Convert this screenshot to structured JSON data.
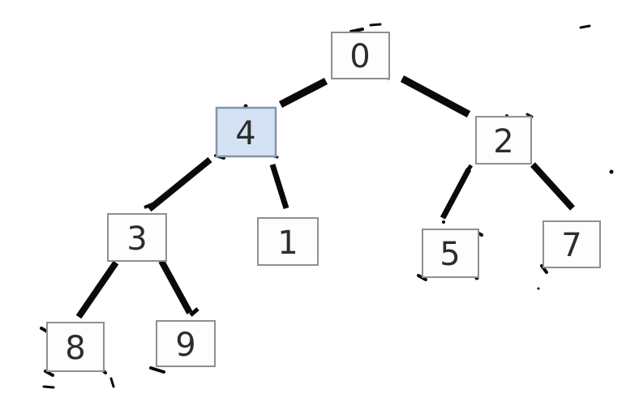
{
  "diagram": {
    "type": "binary-tree",
    "highlighted_node": "4",
    "nodes": [
      {
        "id": "0",
        "label": "0",
        "highlighted": false
      },
      {
        "id": "4",
        "label": "4",
        "highlighted": true
      },
      {
        "id": "2",
        "label": "2",
        "highlighted": false
      },
      {
        "id": "3",
        "label": "3",
        "highlighted": false
      },
      {
        "id": "1",
        "label": "1",
        "highlighted": false
      },
      {
        "id": "5",
        "label": "5",
        "highlighted": false
      },
      {
        "id": "7",
        "label": "7",
        "highlighted": false
      },
      {
        "id": "8",
        "label": "8",
        "highlighted": false
      },
      {
        "id": "9",
        "label": "9",
        "highlighted": false
      }
    ],
    "edges": [
      {
        "from": "0",
        "to": "4"
      },
      {
        "from": "0",
        "to": "2"
      },
      {
        "from": "4",
        "to": "3"
      },
      {
        "from": "4",
        "to": "1"
      },
      {
        "from": "2",
        "to": "5"
      },
      {
        "from": "2",
        "to": "7"
      },
      {
        "from": "3",
        "to": "8"
      },
      {
        "from": "3",
        "to": "9"
      }
    ],
    "colors": {
      "background": "#ffffff",
      "node_fill": "#fdfdfd",
      "node_border": "#8f8f8f",
      "highlight_fill": "#d5e2f3",
      "highlight_border": "#8294ac",
      "edge": "#0a0a0a",
      "label": "#2d2d2d"
    }
  }
}
